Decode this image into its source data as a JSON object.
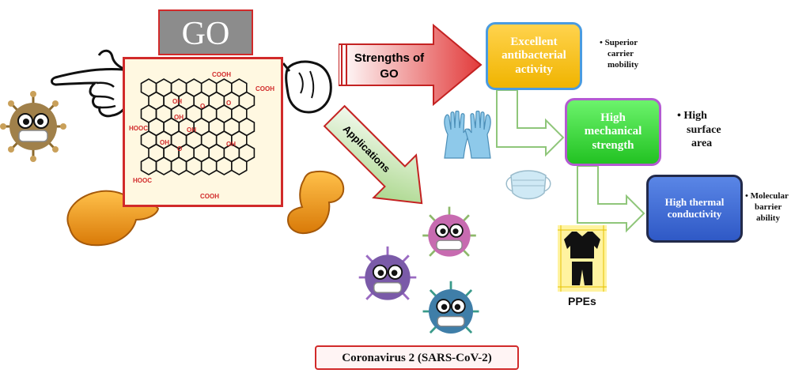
{
  "go_label": "GO",
  "chemistry_labels": [
    "COOH",
    "COOH",
    "OH",
    "OH",
    "OH",
    "O",
    "O",
    "HOOC",
    "OH",
    "O",
    "OH",
    "HOOC",
    "COOH"
  ],
  "arrows": {
    "strengths": "Strengths of GO",
    "strengths_line1": "Strengths of",
    "strengths_line2": "GO",
    "applications": "Applications"
  },
  "properties": [
    {
      "text": "Excellent antibacterial activity",
      "lines": [
        "Excellent",
        "antibacterial",
        "activity"
      ],
      "color": "#f5c518"
    },
    {
      "text": "High mechanical strength",
      "lines": [
        "High",
        "mechanical",
        "strength"
      ],
      "color": "#33d633"
    },
    {
      "text": "High thermal conductivity",
      "lines": [
        "High thermal",
        "conductivity"
      ],
      "color": "#3c67d4"
    }
  ],
  "bullets": [
    {
      "text": "Superior carrier mobility",
      "lines": [
        "• Superior",
        "carrier",
        "mobility"
      ]
    },
    {
      "text": "High surface area",
      "lines": [
        "• High",
        "surface",
        "area"
      ]
    },
    {
      "text": "Molecular barrier ability",
      "lines": [
        "• Molecular",
        "barrier",
        "ability"
      ]
    }
  ],
  "ppe_label": "PPEs",
  "virus_label": "Coronavirus 2 (SARS-CoV-2)",
  "icons": [
    "pointing-hand-icon",
    "glove-hand-icon",
    "virus-mascot-icon",
    "gloves-icon",
    "face-mask-icon",
    "ppe-suit-icon",
    "cartoon-shoe-icon"
  ],
  "colors": {
    "border_red": "#d12a2a",
    "arrow_red": "#e23b3b",
    "arrow_green": "#9dd17a",
    "go_gray": "#8c8c8c"
  }
}
